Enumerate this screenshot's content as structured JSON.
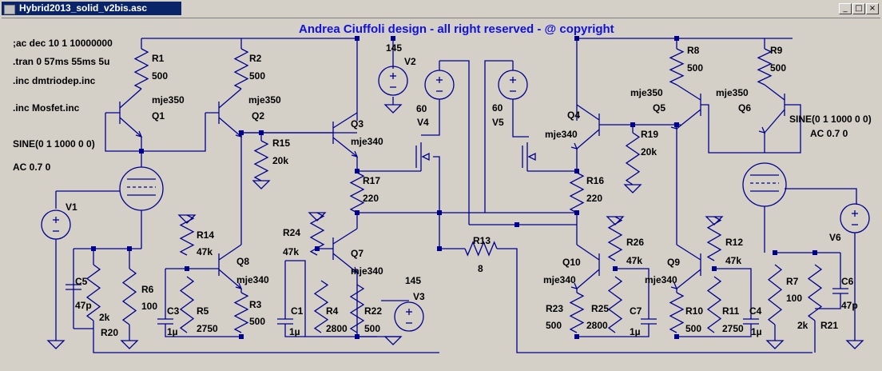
{
  "window": {
    "title": "Hybrid2013_solid_v2bis.asc",
    "buttons": {
      "minimize": "_",
      "restore": "□",
      "close": "×"
    }
  },
  "schematic": {
    "header": "Andrea Ciuffoli design - all right reserved - @ copyright",
    "directives": [
      ";ac dec 10 1 10000000",
      ".tran 0 57ms 55ms 5u",
      ".inc dmtriodep.inc",
      ".inc Mosfet.inc"
    ],
    "sources": {
      "left_sine": "SINE(0 1 1000 0 0)",
      "left_ac": "AC 0.7 0",
      "right_sine": "SINE(0 1 1000 0 0)",
      "right_ac": "AC 0.7 0",
      "V1": "V1",
      "V2": "V2",
      "V2_value": "145",
      "V3": "V3",
      "V3_value": "145",
      "V4": "V4",
      "V4_value": "60",
      "V5": "V5",
      "V5_value": "60",
      "V6": "V6"
    },
    "transistors": {
      "Q1": "Q1",
      "Q1_model": "mje350",
      "Q2": "Q2",
      "Q2_model": "mje350",
      "Q3": "Q3",
      "Q3_model": "mje340",
      "Q4": "Q4",
      "Q4_model": "mje340",
      "Q5": "Q5",
      "Q5_model": "mje350",
      "Q6": "Q6",
      "Q6_model": "mje350",
      "Q7": "Q7",
      "Q7_model": "mje340",
      "Q8": "Q8",
      "Q8_model": "mje340",
      "Q9": "Q9",
      "Q9_model": "mje340",
      "Q10": "Q10",
      "Q10_model": "mje340"
    },
    "resistors": {
      "R1": "R1",
      "R1_value": "500",
      "R2": "R2",
      "R2_value": "500",
      "R3": "R3",
      "R3_value": "500",
      "R4": "R4",
      "R4_value": "2800",
      "R5": "R5",
      "R5_value": "2750",
      "R6": "R6",
      "R6_value": "100",
      "R7": "R7",
      "R7_value": "100",
      "R8": "R8",
      "R8_value": "500",
      "R9": "R9",
      "R9_value": "500",
      "R10": "R10",
      "R10_value": "500",
      "R11": "R11",
      "R11_value": "2750",
      "R12": "R12",
      "R12_value": "47k",
      "R13": "R13",
      "R13_value": "8",
      "R14": "R14",
      "R14_value": "47k",
      "R15": "R15",
      "R15_value": "20k",
      "R16": "R16",
      "R16_value": "220",
      "R17": "R17",
      "R17_value": "220",
      "R19": "R19",
      "R19_value": "20k",
      "R20": "R20",
      "R20_value": "2k",
      "R21": "R21",
      "R21_value": "2k",
      "R22": "R22",
      "R22_value": "500",
      "R23": "R23",
      "R23_value": "500",
      "R24": "R24",
      "R24_value": "47k",
      "R25": "R25",
      "R25_value": "2800",
      "R26": "R26",
      "R26_value": "47k"
    },
    "capacitors": {
      "C1": "C1",
      "C1_value": "1µ",
      "C3": "C3",
      "C3_value": "1µ",
      "C4": "C4",
      "C4_value": "1µ",
      "C5": "C5",
      "C5_value": "47p",
      "C6": "C6",
      "C6_value": "47p",
      "C7": "C7",
      "C7_value": "1µ"
    }
  },
  "colors": {
    "wire": "#000090",
    "header": "#1010e0",
    "labels": "#000000",
    "titlebar": "#0a246a",
    "background": "#d4d0c8"
  }
}
